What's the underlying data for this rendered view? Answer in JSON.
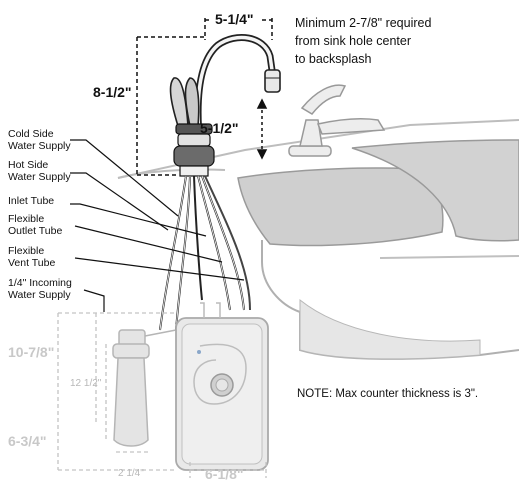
{
  "dimensions": {
    "spout_reach": "5-1/4\"",
    "faucet_height": "8-1/2\"",
    "spout_clearance": "5-1/2\"",
    "filter_height": "10-7/8\"",
    "filter_inner_height": "12 1/2\"",
    "filter_depth": "6-3/4\"",
    "filter_width": "2 1/4\"",
    "tank_width": "6-1/8\""
  },
  "notes": {
    "minimum_line1": "Minimum  2-7/8\" required",
    "minimum_line2": "from sink hole center",
    "minimum_line3": "to backsplash",
    "counter_thickness": "NOTE: Max counter thickness is 3\"."
  },
  "callouts": [
    {
      "line1": "Cold Side",
      "line2": "Water Supply"
    },
    {
      "line1": "Hot Side",
      "line2": "Water Supply"
    },
    {
      "line1": "Inlet Tube",
      "line2": ""
    },
    {
      "line1": "Flexible",
      "line2": "Outlet Tube"
    },
    {
      "line1": "Flexible",
      "line2": "Vent Tube"
    },
    {
      "line1": "1/4\" Incoming",
      "line2": "Water Supply"
    }
  ]
}
